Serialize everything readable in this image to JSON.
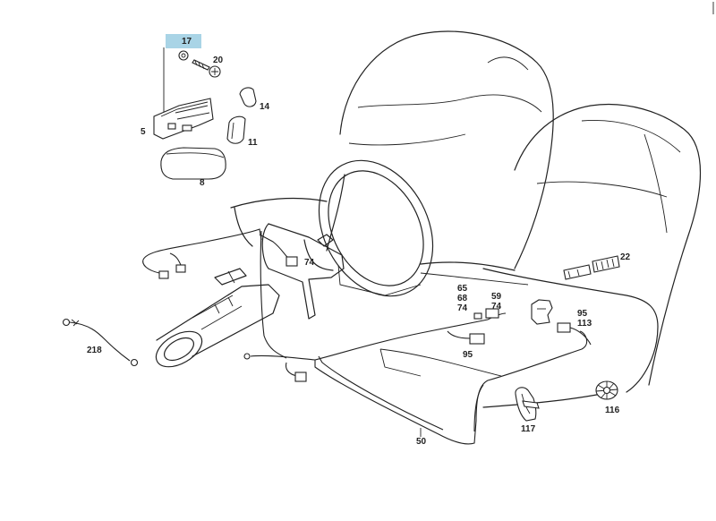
{
  "diagram": {
    "highlight_color": "#a9d4e6",
    "callouts": {
      "c17": "17",
      "c20": "20",
      "c14": "14",
      "c5": "5",
      "c11": "11",
      "c8": "8",
      "c74a": "74",
      "c22": "22",
      "c65": "65",
      "c68": "68",
      "c74b": "74",
      "c59": "59",
      "c74c": "74",
      "c95a": "95",
      "c113": "113",
      "c95b": "95",
      "c218": "218",
      "c116": "116",
      "c117": "117",
      "c50": "50"
    }
  }
}
